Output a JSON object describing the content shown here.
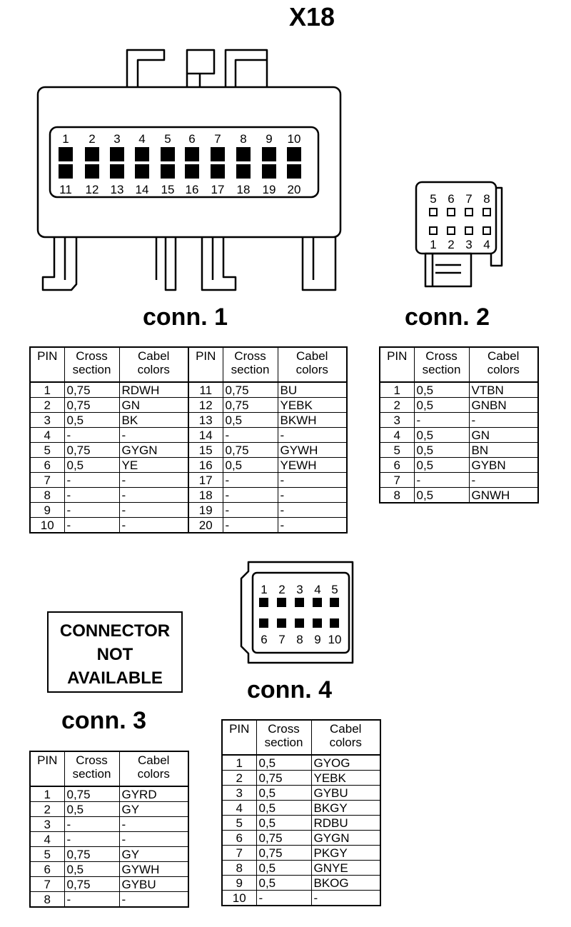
{
  "title": "X18",
  "headers": {
    "pin": "PIN",
    "cross": [
      "Cross",
      "section"
    ],
    "colors": [
      "Cabel",
      "colors"
    ]
  },
  "connectors": {
    "conn1": {
      "label": "conn. 1",
      "pin_labels_top": [
        "1",
        "2",
        "3",
        "4",
        "5",
        "6",
        "7",
        "8",
        "9",
        "10"
      ],
      "pin_labels_bottom": [
        "11",
        "12",
        "13",
        "14",
        "15",
        "16",
        "17",
        "18",
        "19",
        "20"
      ],
      "rows": [
        {
          "pin": "1",
          "cross": "0,75",
          "color": "RDWH"
        },
        {
          "pin": "2",
          "cross": "0,75",
          "color": "GN"
        },
        {
          "pin": "3",
          "cross": "0,5",
          "color": "BK"
        },
        {
          "pin": "4",
          "cross": "-",
          "color": "-"
        },
        {
          "pin": "5",
          "cross": "0,75",
          "color": "GYGN"
        },
        {
          "pin": "6",
          "cross": "0,5",
          "color": "YE"
        },
        {
          "pin": "7",
          "cross": "-",
          "color": "-"
        },
        {
          "pin": "8",
          "cross": "-",
          "color": "-"
        },
        {
          "pin": "9",
          "cross": "-",
          "color": "-"
        },
        {
          "pin": "10",
          "cross": "-",
          "color": "-"
        },
        {
          "pin": "11",
          "cross": "0,75",
          "color": "BU"
        },
        {
          "pin": "12",
          "cross": "0,75",
          "color": "YEBK"
        },
        {
          "pin": "13",
          "cross": "0,5",
          "color": "BKWH"
        },
        {
          "pin": "14",
          "cross": "-",
          "color": "-"
        },
        {
          "pin": "15",
          "cross": "0,75",
          "color": "GYWH"
        },
        {
          "pin": "16",
          "cross": "0,5",
          "color": "YEWH"
        },
        {
          "pin": "17",
          "cross": "-",
          "color": "-"
        },
        {
          "pin": "18",
          "cross": "-",
          "color": "-"
        },
        {
          "pin": "19",
          "cross": "-",
          "color": "-"
        },
        {
          "pin": "20",
          "cross": "-",
          "color": "-"
        }
      ]
    },
    "conn2": {
      "label": "conn. 2",
      "pin_labels_top": [
        "5",
        "6",
        "7",
        "8"
      ],
      "pin_labels_bottom": [
        "1",
        "2",
        "3",
        "4"
      ],
      "rows": [
        {
          "pin": "1",
          "cross": "0,5",
          "color": "VTBN"
        },
        {
          "pin": "2",
          "cross": "0,5",
          "color": "GNBN"
        },
        {
          "pin": "3",
          "cross": "-",
          "color": "-"
        },
        {
          "pin": "4",
          "cross": "0,5",
          "color": "GN"
        },
        {
          "pin": "5",
          "cross": "0,5",
          "color": "BN"
        },
        {
          "pin": "6",
          "cross": "0,5",
          "color": "GYBN"
        },
        {
          "pin": "7",
          "cross": "-",
          "color": "-"
        },
        {
          "pin": "8",
          "cross": "0,5",
          "color": "GNWH"
        }
      ]
    },
    "conn3": {
      "label": "conn. 3",
      "not_available": [
        "CONNECTOR",
        "NOT",
        "AVAILABLE"
      ],
      "rows": [
        {
          "pin": "1",
          "cross": "0,75",
          "color": "GYRD"
        },
        {
          "pin": "2",
          "cross": "0,5",
          "color": "GY"
        },
        {
          "pin": "3",
          "cross": "-",
          "color": "-"
        },
        {
          "pin": "4",
          "cross": "-",
          "color": "-"
        },
        {
          "pin": "5",
          "cross": "0,75",
          "color": "GY"
        },
        {
          "pin": "6",
          "cross": "0,5",
          "color": "GYWH"
        },
        {
          "pin": "7",
          "cross": "0,75",
          "color": "GYBU"
        },
        {
          "pin": "8",
          "cross": "-",
          "color": "-"
        }
      ]
    },
    "conn4": {
      "label": "conn. 4",
      "pin_labels_top": [
        "1",
        "2",
        "3",
        "4",
        "5"
      ],
      "pin_labels_bottom": [
        "6",
        "7",
        "8",
        "9",
        "10"
      ],
      "rows": [
        {
          "pin": "1",
          "cross": "0,5",
          "color": "GYOG"
        },
        {
          "pin": "2",
          "cross": "0,75",
          "color": "YEBK"
        },
        {
          "pin": "3",
          "cross": "0,5",
          "color": "GYBU"
        },
        {
          "pin": "4",
          "cross": "0,5",
          "color": "BKGY"
        },
        {
          "pin": "5",
          "cross": "0,5",
          "color": "RDBU"
        },
        {
          "pin": "6",
          "cross": "0,75",
          "color": "GYGN"
        },
        {
          "pin": "7",
          "cross": "0,75",
          "color": "PKGY"
        },
        {
          "pin": "8",
          "cross": "0,5",
          "color": "GNYE"
        },
        {
          "pin": "9",
          "cross": "0,5",
          "color": "BKOG"
        },
        {
          "pin": "10",
          "cross": "-",
          "color": "-"
        }
      ]
    }
  }
}
